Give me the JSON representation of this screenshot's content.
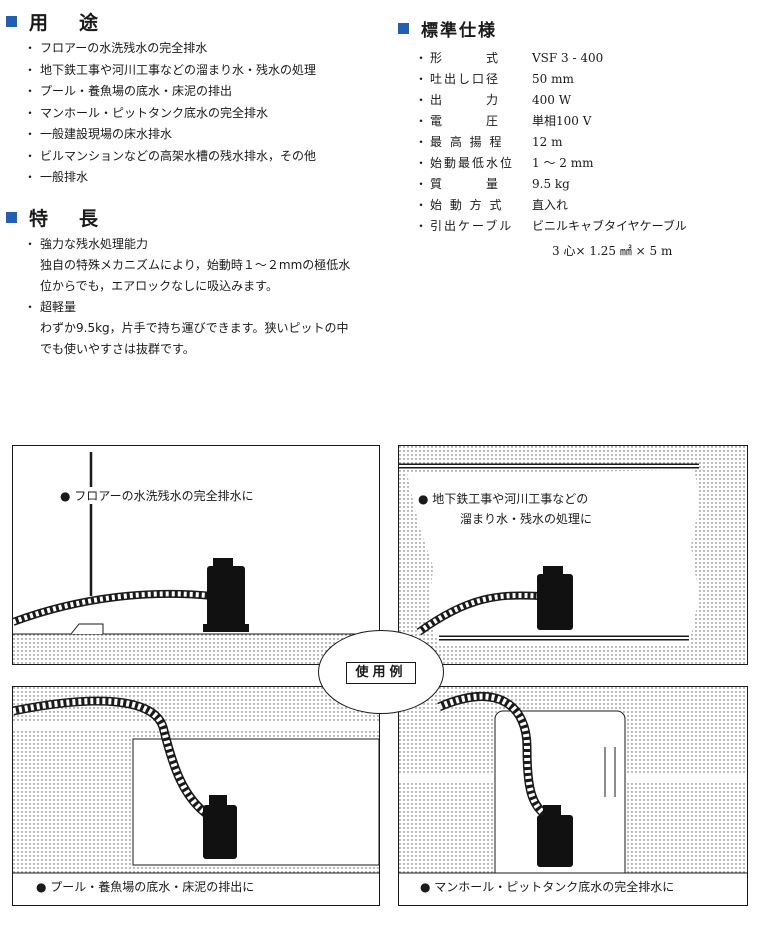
{
  "usage": {
    "heading": "用　途",
    "items": [
      "フロアーの水洗残水の完全排水",
      "地下鉄工事や河川工事などの溜まり水・残水の処理",
      "プール・養魚場の底水・床泥の排出",
      "マンホール・ピットタンク底水の完全排水",
      "一般建設現場の床水排水",
      "ビルマンションなどの高架水槽の残水排水，その他",
      "一般排水"
    ]
  },
  "features": {
    "heading": "特　長",
    "items": [
      {
        "title": "強力な残水処理能力",
        "body": "独自の特殊メカニズムにより，始動時１～２mmの極低水位からでも，エアロックなしに吸込みます。"
      },
      {
        "title": "超軽量",
        "body": "わずか9.5kg，片手で持ち運びできます。狭いピットの中でも使いやすさは抜群です。"
      }
    ]
  },
  "specs": {
    "heading": "標準仕様",
    "rows": [
      {
        "key": "形　　　式",
        "value": "VSF 3 - 400"
      },
      {
        "key": "吐出し口径",
        "value": "50 mm"
      },
      {
        "key": "出　　　力",
        "value": "400 W"
      },
      {
        "key": "電　　　圧",
        "value": "単相100 V"
      },
      {
        "key": "最 高 揚 程",
        "value": "12 m"
      },
      {
        "key": "始動最低水位",
        "value": "1 ～ 2 mm"
      },
      {
        "key": "質　　　量",
        "value": "9.5 kg"
      },
      {
        "key": "始 動 方 式",
        "value": "直入れ"
      },
      {
        "key": "引出ケーブル",
        "value": "ビニルキャブタイヤケーブル"
      }
    ],
    "cable_detail": "3 心× 1.25 ㎟ × 5 m"
  },
  "examples": {
    "label": "使用例",
    "captions": {
      "floor": "● フロアーの水洗残水の完全排水に",
      "subway_line1": "● 地下鉄工事や河川工事などの",
      "subway_line2": "溜まり水・残水の処理に",
      "pool": "● プール・養魚場の底水・床泥の排出に",
      "manhole": "● マンホール・ピットタンク底水の完全排水に"
    }
  },
  "colors": {
    "accent": "#1f5fb4",
    "ink": "#1a1a1a"
  }
}
